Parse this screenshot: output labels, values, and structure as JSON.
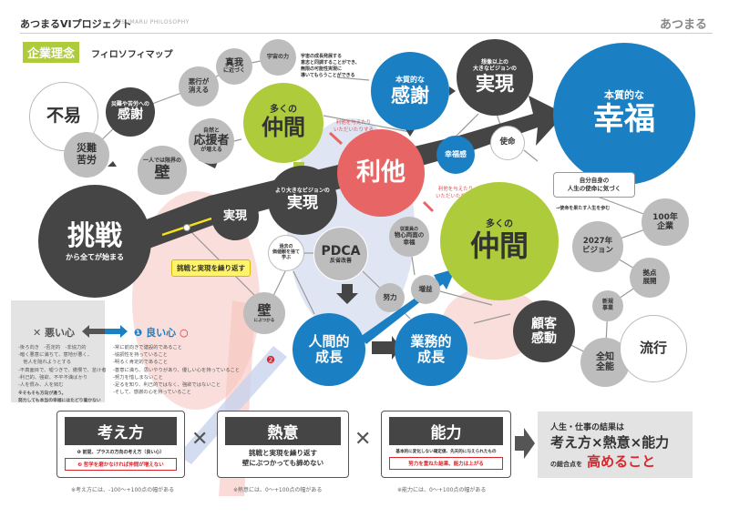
{
  "header": {
    "title": "あつまるVIプロジェクト",
    "subtitle": "ATSUMARU PHILOSOPHY",
    "logo": "あつまる"
  },
  "section": {
    "badge": "企業理念",
    "title": "フィロソフィマップ"
  },
  "nodes": {
    "fueki": "不易",
    "kansha_small": "災難や苦労への",
    "kansha": "感謝",
    "sainan": "災難\n苦労",
    "akugyo": "悪行が\n消える",
    "shinga": "真我",
    "shinga_sub": "に近づく",
    "uchu": "宇宙の力",
    "uchu_text": "宇宙の成長発展する\n意志と同調することができ、\n無限の可能性実現に\n導いてもらうことができる",
    "oensha_small": "自然と",
    "oensha": "応援者",
    "oensha_sub": "が増える",
    "kabe1_small": "一人では限界の",
    "kabe1": "壁",
    "nakama1_small": "多くの",
    "nakama1": "仲間",
    "hon_kansha_small": "本質的な",
    "hon_kansha": "感謝",
    "jitsugen_top_small": "想像以上の\n大きなビジョンの",
    "jitsugen_top": "実現",
    "kofuku_small": "本質的な",
    "kofuku": "幸福",
    "rita": "利他",
    "rita_note1": "利他を与えたり\nいただいたりする",
    "rita_note2": "利他を与えたり\nいただいたりする",
    "kofukukan": "幸福感",
    "shimei": "使命",
    "callout": "自分自身の\n人生の使命に気づく",
    "shimei_note": "→使命を果たす人生を歩む",
    "chosen": "挑戦",
    "chosen_sub": "から全てが始まる",
    "jitsugen_mid": "実現",
    "jitsugen_big_small": "より大きなビジョンの",
    "jitsugen_big": "実現",
    "repeat_label": "挑戦と実現を繰り返す",
    "nakama2_small": "多くの",
    "nakama2": "仲間",
    "pdca": "PDCA",
    "pdca_sub": "反省改善",
    "kako": "過去の\n価値観を捨て\n学ぶ",
    "jugyoin_small": "従業員の",
    "jugyoin": "物心両面の\n幸福",
    "zoeki": "増益",
    "doryoku": "努力",
    "kabe2": "壁",
    "kabe2_sub": "にぶつかる",
    "ningen": "人間的\n成長",
    "gyomu": "業務的\n成長",
    "kokyaku": "顧客\n感動",
    "hyakunen": "100年\n企業",
    "vision2027": "2027年\nビジョン",
    "kyoten": "拠点\n展開",
    "shinki": "新規\n事業",
    "zenchi": "全知\n全能",
    "ryuko": "流行"
  },
  "marker2": "❷",
  "mind": {
    "bad_title": "✕ 悪い心",
    "good_title": "❶ 良い心",
    "bad_items": [
      "-後ろ向き　-否定的　-非協力的",
      "-暗く悪意に満ちて、意地が悪く、",
      "　他人を陥れようとする",
      "-不真面目で、嘘つきで、傲慢で、怠け者",
      "-利己的、強欲、不平不満ばかり",
      "-人を恨み、人を妬む"
    ],
    "bad_note": "※そもそも方向が違う。\n努力しても本当の幸福にはたどり着かない",
    "good_items": [
      "-常に前向きで建設的であること",
      "-協調性を持っていること",
      "-明るく肯定的であること",
      "-善意に満ち、思いやりがあり、優しい心を持っていること",
      "-努力を惜しまないこと",
      "-足るを知り、利己的ではなく、強欲ではないこと",
      "-そして、感謝の心を持っていること"
    ]
  },
  "formula": {
    "kangaekata": {
      "title": "考え方",
      "line1": "❶ 前提、プラスの方向の考え方（良い心）",
      "line2": "❷ 哲学を磨かなければ仲間が増えない",
      "note": "※考え方には、-100～+100点の幅がある"
    },
    "netsui": {
      "title": "熱意",
      "line1": "挑戦と実現を繰り返す\n壁にぶつかっても諦めない",
      "note": "※熱意には、0～+100点の幅がある"
    },
    "noryoku": {
      "title": "能力",
      "line1": "基本的に変化しない確定値、先天的に与えられたもの",
      "line2": "努力を重ねた結果、能力は上がる",
      "note": "※能力には、0～+100点の幅がある"
    },
    "times": "✕",
    "result": {
      "line1": "人生・仕事の結果は",
      "line2": "考え方×熱意×能力",
      "line3a": "の総合点を",
      "line3b": "高めること"
    }
  },
  "colors": {
    "green": "#aecb3c",
    "blue": "#1a7fc3",
    "dark": "#454545",
    "red": "#e86565",
    "highlight": "#d9262c"
  }
}
